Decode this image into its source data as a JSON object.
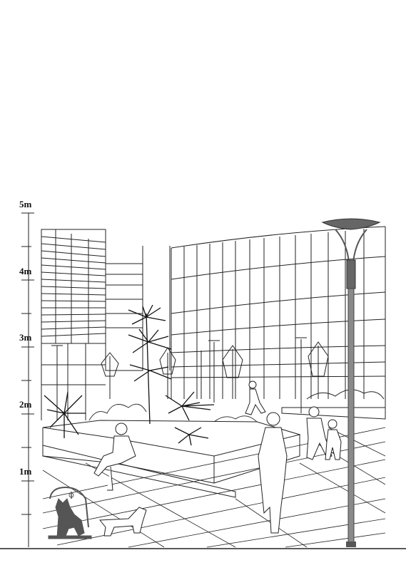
{
  "scale": {
    "labels": [
      "1m",
      "2m",
      "3m",
      "4m",
      "5m"
    ]
  },
  "colors": {
    "line": "#222222",
    "lamp": "#555555",
    "lamp_light": "#8a8a8a",
    "logo": "#555555"
  },
  "icons": {
    "logo": "wolf-emblem-icon",
    "lamp": "street-lamp-icon"
  }
}
